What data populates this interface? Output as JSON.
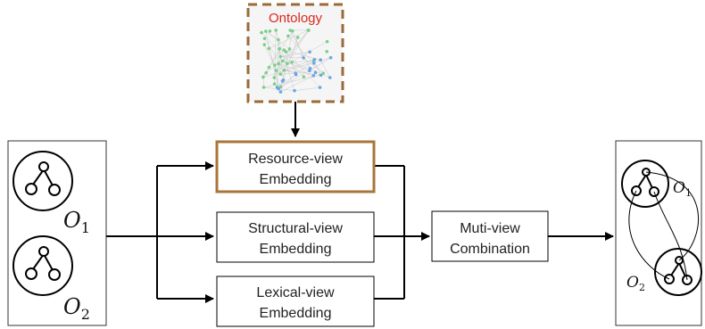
{
  "ontology": {
    "label": "Ontology",
    "label_color": "#d62a1e",
    "border_color": "#9a6b3a"
  },
  "inputs": {
    "o1": {
      "letter": "O",
      "sub": "1"
    },
    "o2": {
      "letter": "O",
      "sub": "2"
    }
  },
  "views": {
    "resource": {
      "line1": "Resource-view",
      "line2": "Embedding",
      "border_color": "#a9753a"
    },
    "structural": {
      "line1": "Structural-view",
      "line2": "Embedding"
    },
    "lexical": {
      "line1": "Lexical-view",
      "line2": "Embedding"
    }
  },
  "combination": {
    "line1": "Muti-view",
    "line2": "Combination"
  },
  "output": {
    "o1": {
      "letter": "O",
      "sub": "1"
    },
    "o2": {
      "letter": "O",
      "sub": "2"
    }
  }
}
